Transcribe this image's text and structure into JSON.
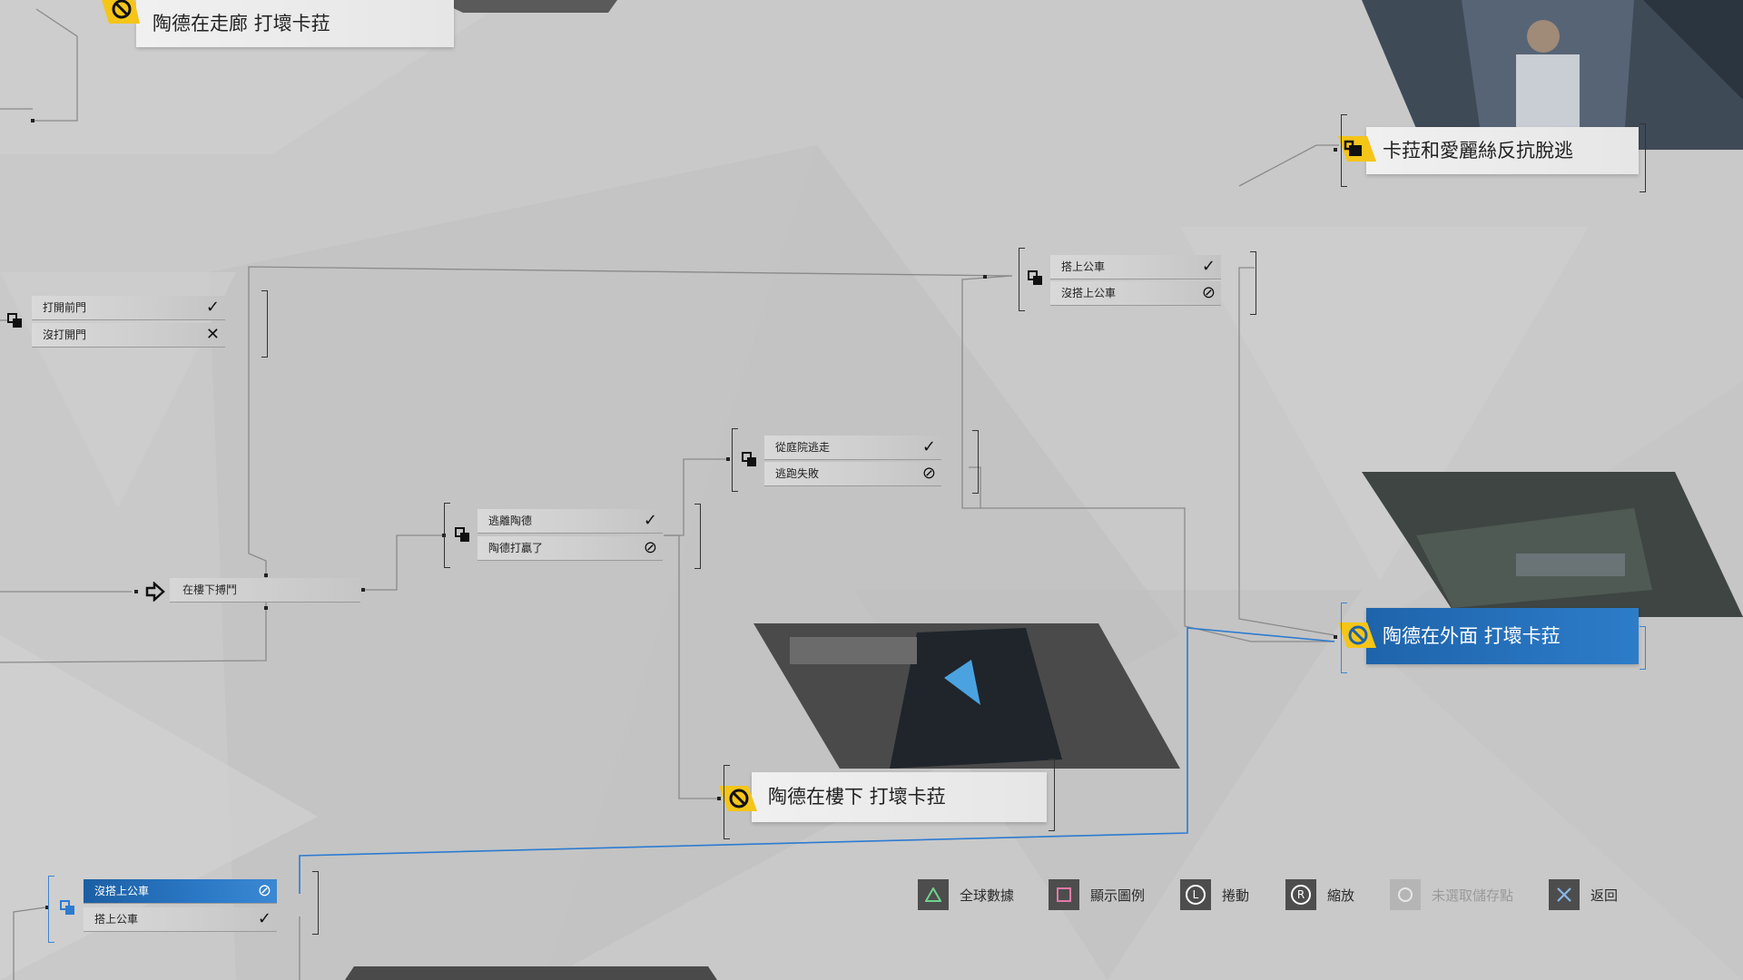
{
  "screen": "flowchart",
  "choices": [
    {
      "id": "front_door",
      "options": [
        {
          "label": "打開前門",
          "status": "check"
        },
        {
          "label": "沒打開門",
          "status": "cross"
        }
      ]
    },
    {
      "id": "bus_top",
      "options": [
        {
          "label": "搭上公車",
          "status": "check"
        },
        {
          "label": "沒搭上公車",
          "status": "blocked"
        }
      ]
    },
    {
      "id": "backyard",
      "options": [
        {
          "label": "從庭院逃走",
          "status": "check"
        },
        {
          "label": "逃跑失敗",
          "status": "blocked"
        }
      ]
    },
    {
      "id": "escape_todd",
      "options": [
        {
          "label": "逃離陶德",
          "status": "check"
        },
        {
          "label": "陶德打贏了",
          "status": "blocked"
        }
      ]
    },
    {
      "id": "bus_bottom",
      "options": [
        {
          "label": "沒搭上公車",
          "status": "blocked",
          "selected": true
        },
        {
          "label": "搭上公車",
          "status": "check"
        }
      ]
    }
  ],
  "nodes": {
    "downstairs_struggle": "在樓下搏鬥"
  },
  "outcomes": {
    "hallway": "陶德在走廊  打壞卡菈",
    "kara_alice": "卡菈和愛麗絲反抗脫逃",
    "outside": "陶德在外面  打壞卡菈",
    "downstairs": "陶德在樓下  打壞卡菈"
  },
  "controls": [
    {
      "icon": "triangle-icon",
      "label": "全球數據",
      "enabled": true
    },
    {
      "icon": "square-icon",
      "label": "顯示圖例",
      "enabled": true
    },
    {
      "icon": "left-stick-icon",
      "glyph": "L",
      "label": "捲動",
      "enabled": true
    },
    {
      "icon": "right-stick-icon",
      "glyph": "R",
      "label": "縮放",
      "enabled": true
    },
    {
      "icon": "circle-icon",
      "label": "未選取儲存點",
      "enabled": false
    },
    {
      "icon": "cross-icon",
      "label": "返回",
      "enabled": true
    }
  ],
  "colors": {
    "accent_blue": "#2b78c6",
    "tag_yellow": "#f5c518",
    "background": "#c9c9c9"
  }
}
